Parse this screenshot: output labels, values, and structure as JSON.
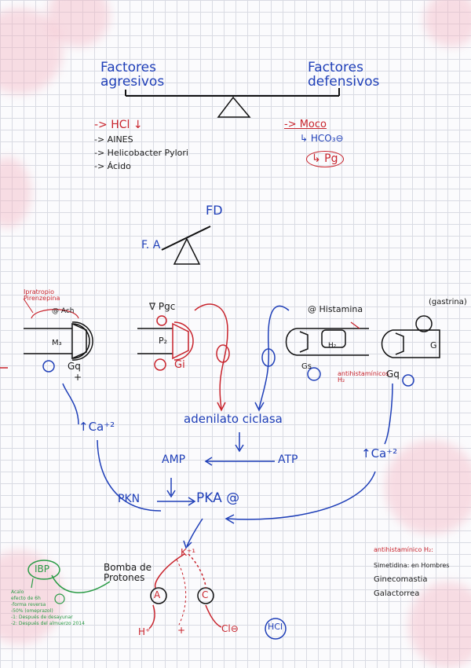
{
  "balance": {
    "aggressive_title": "Factores\nagresivos",
    "defensive_title": "Factores\ndefensivos",
    "aggressive_items": [
      "-> HCl ↓",
      "-> AINES",
      "-> Helicobacter Pylori",
      "-> Ácido"
    ],
    "defensive_items": [
      "-> Moco",
      "↳ HCO₃⊖",
      "↳ Pg"
    ]
  },
  "small_balance": {
    "fd": "FD",
    "fa": "F. A"
  },
  "cells": {
    "left_annotation": "Ipratropio\nPirenzepina",
    "left_receptor": "M₃",
    "left_ach": "@ Ach",
    "left_protein": "Gq",
    "pg_label": "∇ Pgc",
    "pg_receptor": "P₂",
    "pg_protein": "Gi",
    "histamine_label": "@ Histamina",
    "histamine_receptor": "H₂",
    "histamine_protein": "Gs",
    "antihistamine": "antihistamínicos\nH₂",
    "gastrin_label": "(gastrina)",
    "gastrin_g": "G",
    "gastrin_protein": "Gq",
    "plus": "+"
  },
  "pathway": {
    "ac": "adenilato ciclasa",
    "amp": "AMP",
    "atp": "ATP",
    "pkn": "PKN",
    "pka": "PKA @",
    "ca_left": "↑Ca⁺²",
    "ca_right": "↑Ca⁺²",
    "k": "K⁺¹",
    "h": "H⁺",
    "cl": "Cl⊖",
    "plus": "+",
    "pump_a": "A",
    "pump_c": "C",
    "hcl": "HCl",
    "pump_label": "Bomba de\nProtones",
    "ibp": "IBP",
    "ibp_notes": "Acalo\nefecto de 6h\n-forma reversa\n-50% (omeprazol)\n-1: Después de desayunar\n-2: Después del almuerzo 2014"
  },
  "notes": {
    "title": "antihistamínico H₂:",
    "items": [
      "Simetidina: en Hombres",
      "Ginecomastia",
      "Galactorrea"
    ]
  }
}
